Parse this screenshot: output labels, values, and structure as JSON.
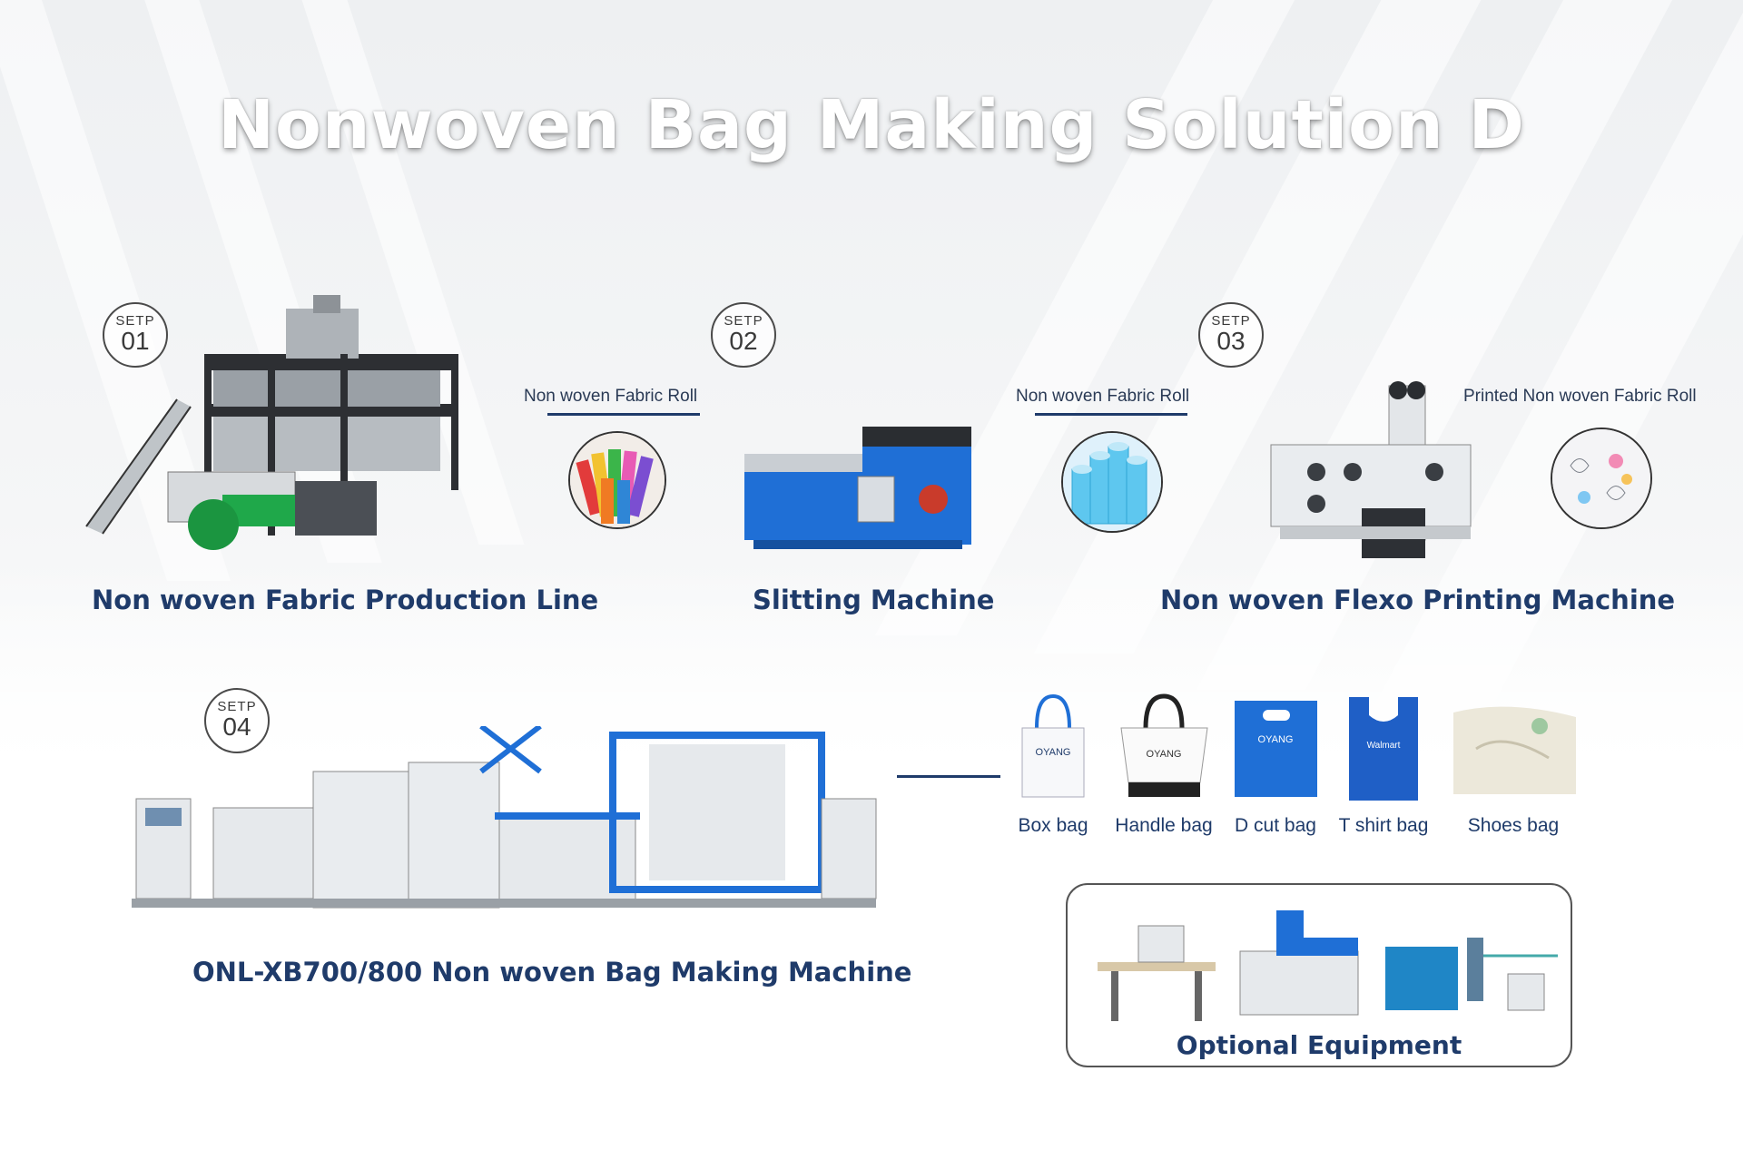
{
  "title": "Nonwoven Bag Making Solution D",
  "colors": {
    "navy": "#1f3b6a",
    "machine_blue": "#1f6fd6",
    "machine_gray": "#d9dde2"
  },
  "steps": [
    {
      "label": "SETP",
      "number": "01",
      "machine": "Non woven Fabric Production Line",
      "output_label": "Non woven Fabric Roll"
    },
    {
      "label": "SETP",
      "number": "02",
      "machine": "Slitting Machine",
      "output_label": "Non woven Fabric Roll"
    },
    {
      "label": "SETP",
      "number": "03",
      "machine": "Non woven Flexo Printing Machine",
      "output_label": "Printed Non woven Fabric Roll"
    },
    {
      "label": "SETP",
      "number": "04",
      "machine": "ONL-XB700/800 Non woven Bag Making Machine"
    }
  ],
  "bags": [
    {
      "name": "Box bag",
      "icon": "box-bag-icon",
      "print": "OYANG"
    },
    {
      "name": "Handle bag",
      "icon": "handle-bag-icon",
      "print": "OYANG"
    },
    {
      "name": "D cut bag",
      "icon": "d-cut-bag-icon",
      "print": "OYANG"
    },
    {
      "name": "T shirt bag",
      "icon": "t-shirt-bag-icon",
      "print": "Walmart"
    },
    {
      "name": "Shoes bag",
      "icon": "shoes-bag-icon"
    }
  ],
  "optional": {
    "title": "Optional Equipment"
  }
}
